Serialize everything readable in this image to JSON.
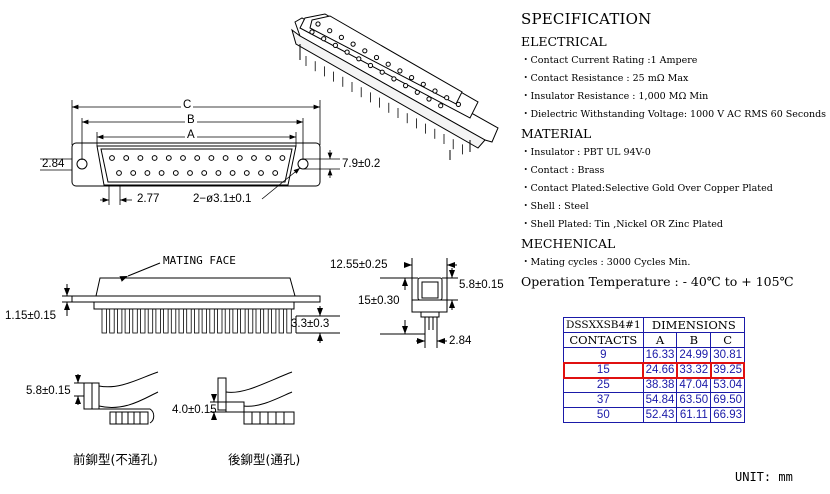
{
  "labels": {
    "dim_c": "C",
    "dim_b": "B",
    "dim_a": "A",
    "dim_2_84_left": "2.84",
    "dim_7_9": "7.9±0.2",
    "dim_2_77": "2.77",
    "dim_hole": "2−ø3.1±0.1",
    "mating_face": "MATING FACE",
    "dim_1_15": "1.15±0.15",
    "dim_3_3": "3.3±0.3",
    "dim_12_55": "12.55±0.25",
    "dim_5_8_right": "5.8±0.15",
    "dim_15": "15±0.30",
    "dim_2_84_side": "2.84",
    "dim_5_8_left": "5.8±0.15",
    "dim_4_0": "4.0±0.15",
    "caption_front": "前鉚型(不通孔)",
    "caption_rear": "後鉚型(通孔)"
  },
  "spec": {
    "title": "SPECIFICATION",
    "electrical_heading": "ELECTRICAL",
    "electrical": [
      "・Contact Current Rating :1 Ampere",
      "・Contact Resistance : 25 mΩ Max",
      "・Insulator Resistance : 1,000 MΩ Min",
      "・Dielectric Withstanding Voltage: 1000 V AC RMS 60 Seconds"
    ],
    "material_heading": "MATERIAL",
    "material": [
      "・Insulator : PBT UL 94V-0",
      "・Contact : Brass",
      "・Contact Plated:Selective Gold Over Copper Plated",
      "・Shell : Steel",
      "・Shell Plated: Tin ,Nickel OR Zinc Plated"
    ],
    "mechanical_heading": "MECHENICAL",
    "mechanical": [
      "・Mating cycles : 3000 Cycles Min."
    ],
    "operation": "Operation Temperature : - 40℃ to + 105℃"
  },
  "table": {
    "part_no": "DSSXXSB4#1",
    "dimensions_label": "DIMENSIONS",
    "contacts_label": "CONTACTS",
    "col_a": "A",
    "col_b": "B",
    "col_c": "C",
    "rows": [
      {
        "contacts": "9",
        "a": "16.33",
        "b": "24.99",
        "c": "30.81"
      },
      {
        "contacts": "15",
        "a": "24.66",
        "b": "33.32",
        "c": "39.25"
      },
      {
        "contacts": "25",
        "a": "38.38",
        "b": "47.04",
        "c": "53.04"
      },
      {
        "contacts": "37",
        "a": "54.84",
        "b": "63.50",
        "c": "69.50"
      },
      {
        "contacts": "50",
        "a": "52.43",
        "b": "61.11",
        "c": "66.93"
      }
    ],
    "highlight_color": "#e01010",
    "line_color": "#1a1aa8"
  },
  "unit": "UNIT: mm"
}
